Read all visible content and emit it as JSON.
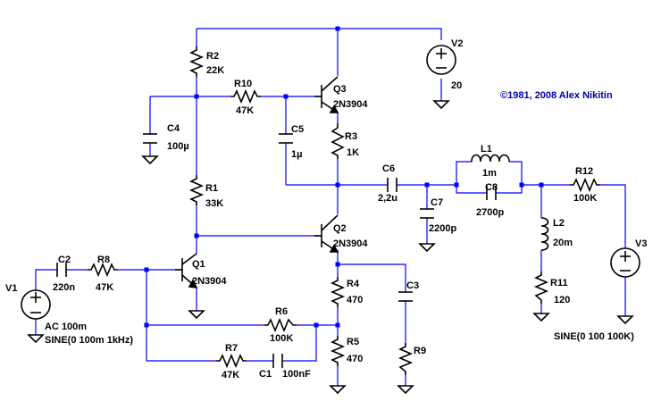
{
  "credit": "©1981, 2008 Alex Nikitin",
  "components": {
    "R1": {
      "name": "R1",
      "value": "33K"
    },
    "R2": {
      "name": "R2",
      "value": "22K"
    },
    "R3": {
      "name": "R3",
      "value": "1K"
    },
    "R4": {
      "name": "R4",
      "value": "470"
    },
    "R5": {
      "name": "R5",
      "value": "470"
    },
    "R6": {
      "name": "R6",
      "value": "100K"
    },
    "R7": {
      "name": "R7",
      "value": "47K"
    },
    "R8": {
      "name": "R8",
      "value": "47K"
    },
    "R9": {
      "name": "R9",
      "value": ""
    },
    "R10": {
      "name": "R10",
      "value": "47K"
    },
    "R11": {
      "name": "R11",
      "value": "120"
    },
    "R12": {
      "name": "R12",
      "value": "100K"
    },
    "C1": {
      "name": "C1",
      "value": "100nF"
    },
    "C2": {
      "name": "C2",
      "value": "220n"
    },
    "C3": {
      "name": "C3",
      "value": ""
    },
    "C4": {
      "name": "C4",
      "value": "100µ"
    },
    "C5": {
      "name": "C5",
      "value": "1µ"
    },
    "C6": {
      "name": "C6",
      "value": "2,2u"
    },
    "C7": {
      "name": "C7",
      "value": "2200p"
    },
    "C8": {
      "name": "C8",
      "value": "2700p"
    },
    "L1": {
      "name": "L1",
      "value": "1m"
    },
    "L2": {
      "name": "L2",
      "value": "20m"
    },
    "Q1": {
      "name": "Q1",
      "value": "2N3904"
    },
    "Q2": {
      "name": "Q2",
      "value": "2N3904"
    },
    "Q3": {
      "name": "Q3",
      "value": "2N3904"
    },
    "V1": {
      "name": "V1",
      "value": "AC 100m",
      "spec": "SINE(0 100m 1kHz)"
    },
    "V2": {
      "name": "V2",
      "value": "20"
    },
    "V3": {
      "name": "V3",
      "value": "",
      "spec": "SINE(0 100 100K)"
    }
  }
}
